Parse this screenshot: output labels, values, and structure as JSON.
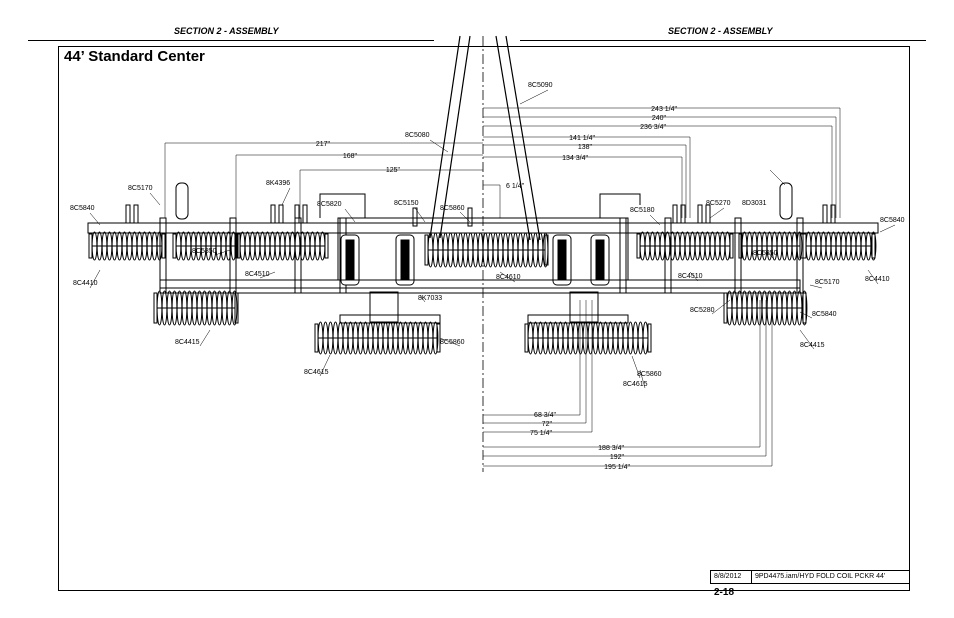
{
  "header": {
    "left": "SECTION 2 - ASSEMBLY",
    "right": "SECTION 2 - ASSEMBLY"
  },
  "title": "44’ Standard Center",
  "part_labels": [
    "8C5090",
    "8C5080",
    "8C5170",
    "8K4396",
    "8C5820",
    "8C5150",
    "8C5860",
    "8C5180",
    "8C5270",
    "8D3031",
    "8C5840",
    "8C5840",
    "8C5850",
    "8C4510",
    "8C4610",
    "8C4510",
    "8C5850",
    "8C4410",
    "8C4410",
    "8C5170",
    "8K7033",
    "8C5280",
    "8C5840",
    "8C4415",
    "8C4415",
    "8C5860",
    "8C5860",
    "8C4615",
    "8C4615"
  ],
  "dimensions": [
    "243 1/4\"",
    "240\"",
    "236 3/4\"",
    "141 1/4\"",
    "138\"",
    "134 3/4\"",
    "217\"",
    "168\"",
    "125\"",
    "6 1/4\"",
    "68 3/4\"",
    "72\"",
    "75 1/4\"",
    "188 3/4\"",
    "192\"",
    "195 1/4\""
  ],
  "title_block": {
    "date": "8/8/2012",
    "file": "9PD4475.iam/HYD FOLD COIL PCKR 44'",
    "page": "2-18"
  }
}
